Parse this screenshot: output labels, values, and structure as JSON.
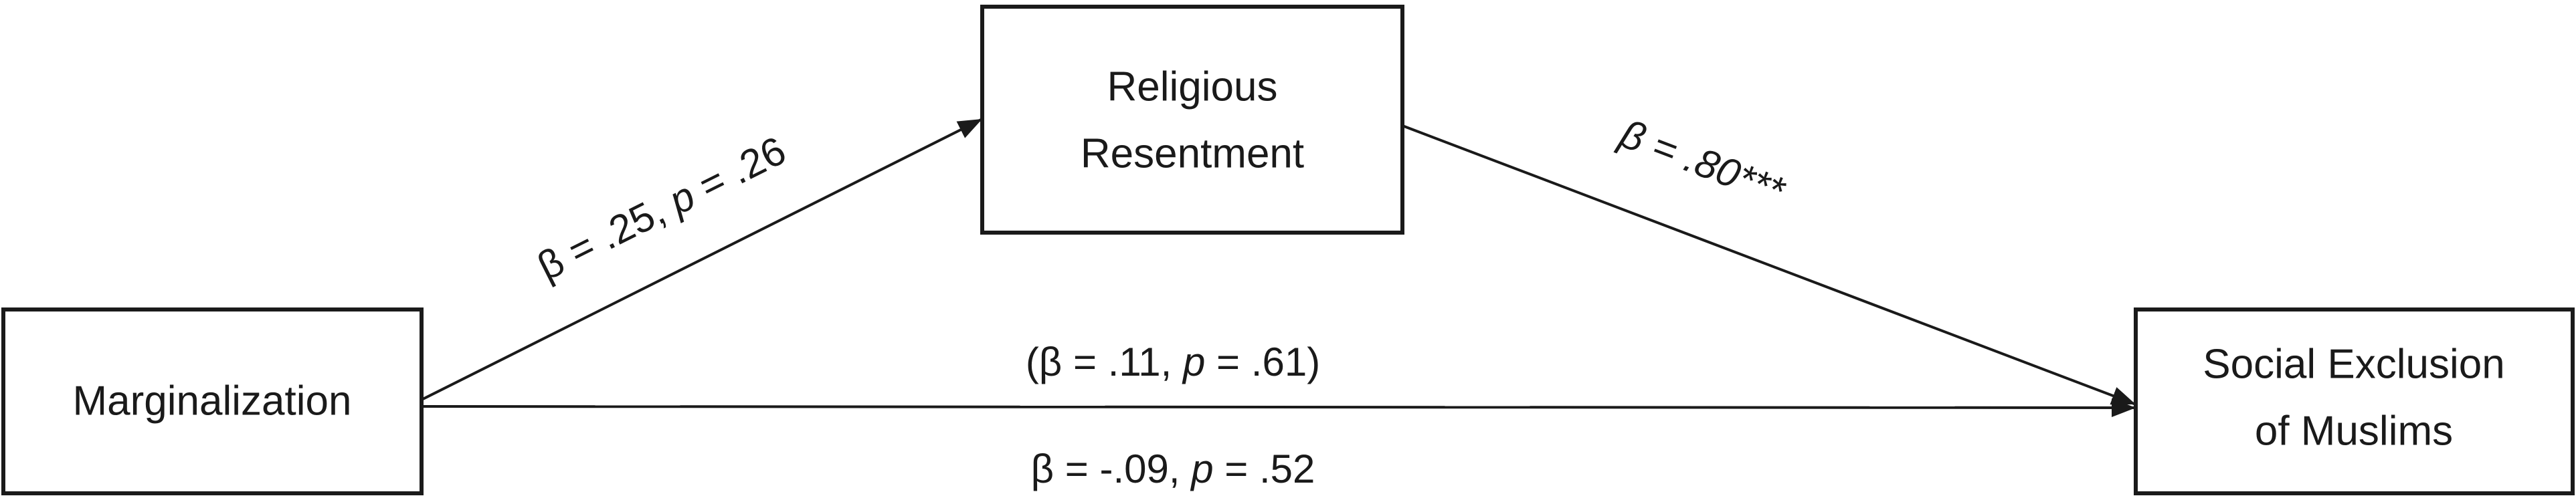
{
  "nodes": {
    "predictor": {
      "lines": [
        "Marginalization"
      ]
    },
    "mediator": {
      "lines": [
        "Religious",
        "Resentment"
      ]
    },
    "outcome": {
      "lines": [
        "Social Exclusion",
        "of Muslims"
      ]
    }
  },
  "paths": {
    "a_path": {
      "beta": ".25",
      "p": ".26"
    },
    "b_path": {
      "beta": ".80",
      "stars": "***"
    },
    "direct_effect": {
      "beta": ".11",
      "p": ".61"
    },
    "total_effect": {
      "beta": "-.09",
      "p": ".52"
    }
  },
  "symbols": {
    "beta": "β",
    "equals": " = ",
    "comma": ", ",
    "p": "p",
    "open_paren": "(",
    "close_paren": ")"
  }
}
